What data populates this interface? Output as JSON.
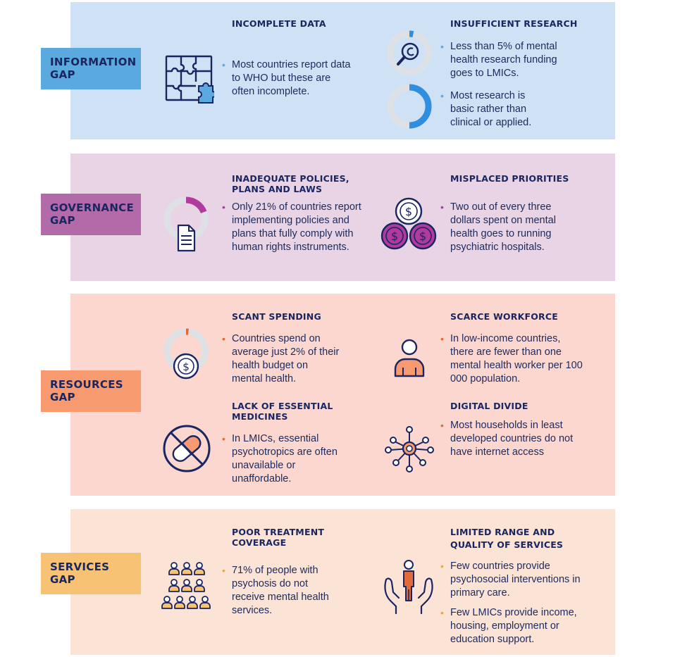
{
  "colors": {
    "information_band": "#cfe2f5",
    "information_tag": "#5aa9df",
    "governance_band": "#e8d4e4",
    "governance_tag": "#b36aa9",
    "resources_band": "#fcd7d0",
    "resources_tag": "#f79a6f",
    "services_band": "#fbe3d6",
    "services_tag": "#f7c274",
    "navy": "#1a2660"
  },
  "information": {
    "label_1": "INFORMATION",
    "label_2": "GAP",
    "incomplete_data": {
      "title": "INCOMPLETE DATA",
      "body": "Most countries report data to WHO but these are often incomplete.",
      "icon": "puzzle-icon"
    },
    "insufficient_research": {
      "title": "INSUFFICIENT RESEARCH",
      "body_1": "Less than 5% of mental health research funding goes to LMICs.",
      "body_2": "Most research is basic rather than clinical or applied.",
      "icon_1": "magnifier-donut-icon",
      "icon_2": "donut-icon"
    }
  },
  "governance": {
    "label_1": "GOVERNANCE",
    "label_2": "GAP",
    "policies": {
      "title_1": "INADEQUATE POLICIES,",
      "title_2": "PLANS AND LAWS",
      "body": "Only 21% of countries report implementing policies and plans that fully comply with human rights instruments.",
      "icon": "document-donut-icon"
    },
    "priorities": {
      "title": "MISPLACED PRIORITIES",
      "body": "Two out of every three dollars spent on mental health goes to running psychiatric hospitals.",
      "icon": "coins-icon"
    }
  },
  "resources": {
    "label_1": "RESOURCES",
    "label_2": "GAP",
    "spending": {
      "title": "SCANT SPENDING",
      "body": "Countries spend on average just 2% of their health budget on mental health.",
      "icon": "coin-donut-icon"
    },
    "workforce": {
      "title": "SCARCE WORKFORCE",
      "body": "In low-income countries, there are fewer than one mental health worker per 100 000 population.",
      "icon": "person-icon"
    },
    "medicines": {
      "title_1": "LACK OF ESSENTIAL",
      "title_2": "MEDICINES",
      "body": "In LMICs, essential psychotropics are often unavailable or unaffordable.",
      "icon": "no-pill-icon"
    },
    "digital": {
      "title": "DIGITAL DIVIDE",
      "body": "Most households in least developed countries do not have internet access",
      "icon": "network-icon"
    }
  },
  "services": {
    "label_1": "SERVICES",
    "label_2": "GAP",
    "coverage": {
      "title_1": "POOR TREATMENT",
      "title_2": "COVERAGE",
      "body": "71% of people with psychosis do not receive mental health services.",
      "icon": "people-grid-icon"
    },
    "quality": {
      "title_1": "LIMITED RANGE AND",
      "title_2": "QUALITY OF SERVICES",
      "body_1": "Few countries provide psychosocial interventions in primary care.",
      "body_2": "Few LMICs provide income, housing, employment or education support.",
      "icon": "hands-person-icon"
    }
  }
}
